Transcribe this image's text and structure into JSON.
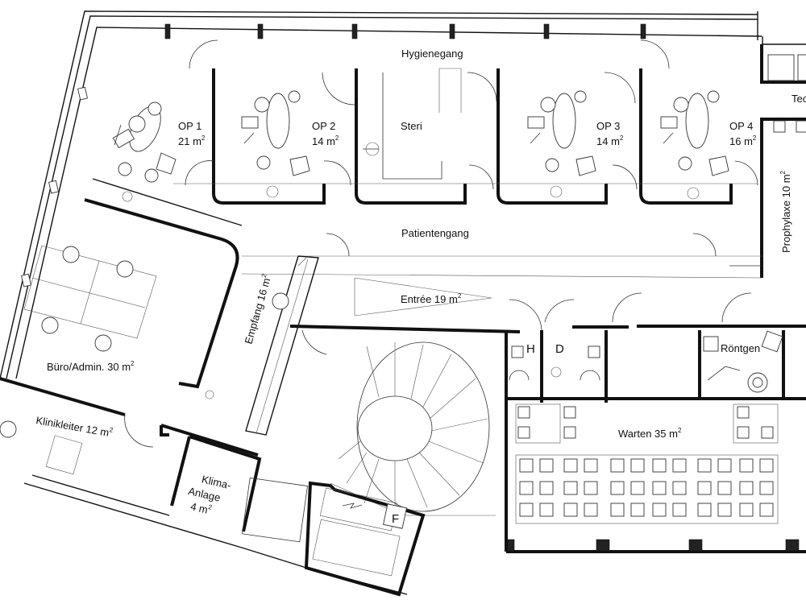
{
  "rooms": [
    {
      "id": "hygienegang",
      "name": "Hygienegang"
    },
    {
      "id": "op1",
      "name": "OP 1",
      "area": "21 m",
      "unit_sup": "2"
    },
    {
      "id": "op2",
      "name": "OP 2",
      "area": "14 m",
      "unit_sup": "2"
    },
    {
      "id": "steri",
      "name": "Steri"
    },
    {
      "id": "op3",
      "name": "OP 3",
      "area": "14 m",
      "unit_sup": "2"
    },
    {
      "id": "op4",
      "name": "OP 4",
      "area": "16 m",
      "unit_sup": "2"
    },
    {
      "id": "tec",
      "name": "Tec"
    },
    {
      "id": "prophylaxe",
      "name": "Prophylaxe 10 m",
      "unit_sup": "2"
    },
    {
      "id": "patientengang",
      "name": "Patientengang"
    },
    {
      "id": "empfang",
      "name": "Empfang 16 m",
      "unit_sup": "2"
    },
    {
      "id": "entree",
      "name": "Entrée 19 m",
      "unit_sup": "2"
    },
    {
      "id": "buero",
      "name": "Büro/Admin. 30 m",
      "unit_sup": "2"
    },
    {
      "id": "klinikleiter",
      "name": "Klinikleiter 12 m",
      "unit_sup": "2"
    },
    {
      "id": "klima",
      "line1": "Klima-",
      "line2": "Anlage",
      "line3": "4 m",
      "unit_sup": "2"
    },
    {
      "id": "roentgen",
      "name": "Röntgen"
    },
    {
      "id": "warten",
      "name": "Warten 35 m",
      "unit_sup": "2"
    }
  ],
  "symbols": {
    "h": "H",
    "d": "D",
    "f": "F"
  }
}
